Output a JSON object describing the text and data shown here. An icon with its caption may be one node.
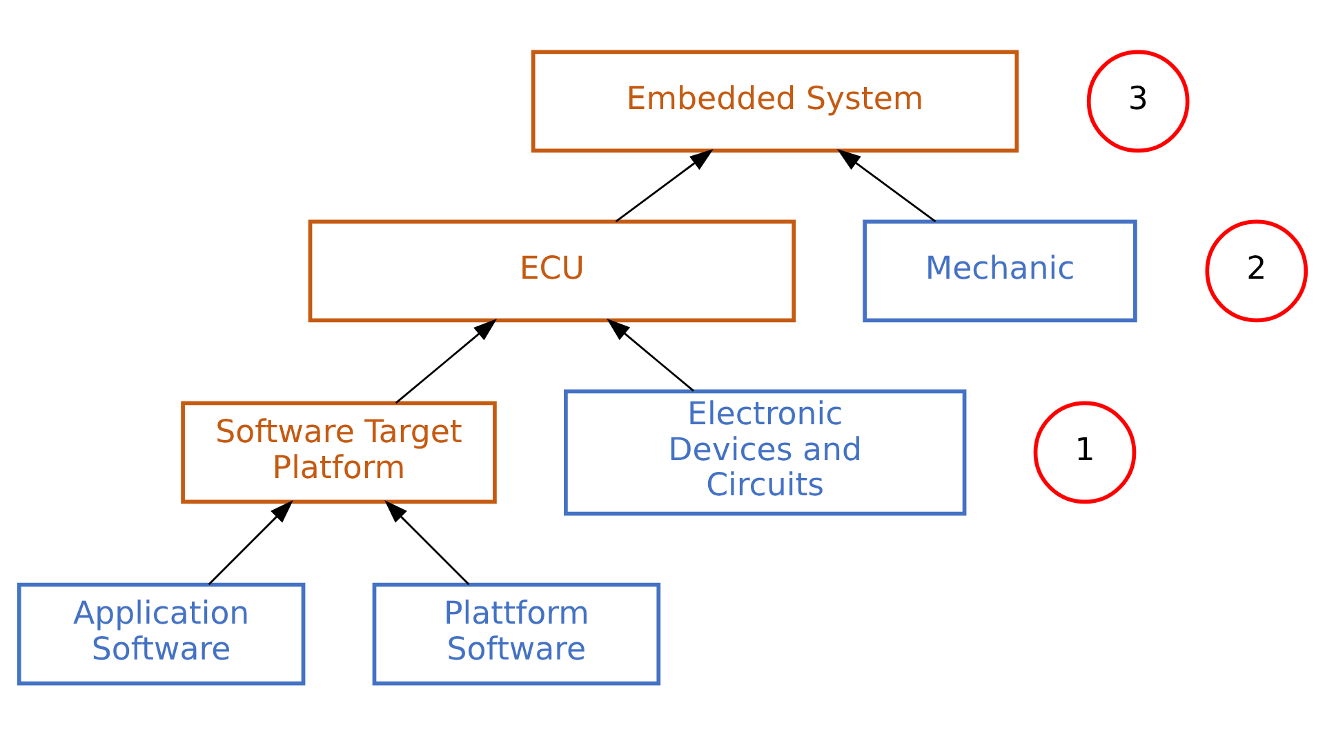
{
  "diagram": {
    "nodes": [
      {
        "text": [
          "Embedded System"
        ]
      },
      {
        "text": [
          "ECU"
        ]
      },
      {
        "text": [
          "Software Target Platform"
        ]
      },
      {
        "text": [
          "Application Software"
        ]
      },
      {
        "text": [
          "Plattform Software"
        ]
      },
      {
        "text": [
          "Electronic Devices and Circuits"
        ]
      },
      {
        "text": [
          "Mechanic"
        ]
      },
      {
        "text": [
          "1"
        ]
      },
      {
        "text": [
          "2"
        ]
      },
      {
        "text": [
          "3"
        ]
      }
    ],
    "edges": [
      {
        "from": 3,
        "to": 2,
        "arrow": "to"
      },
      {
        "from": 4,
        "to": 2,
        "arrow": "to"
      },
      {
        "from": 2,
        "to": 1,
        "arrow": "to"
      },
      {
        "from": 5,
        "to": 1,
        "arrow": "to"
      },
      {
        "from": 1,
        "to": 0,
        "arrow": "to"
      },
      {
        "from": 6,
        "to": 0,
        "arrow": "to"
      }
    ]
  }
}
